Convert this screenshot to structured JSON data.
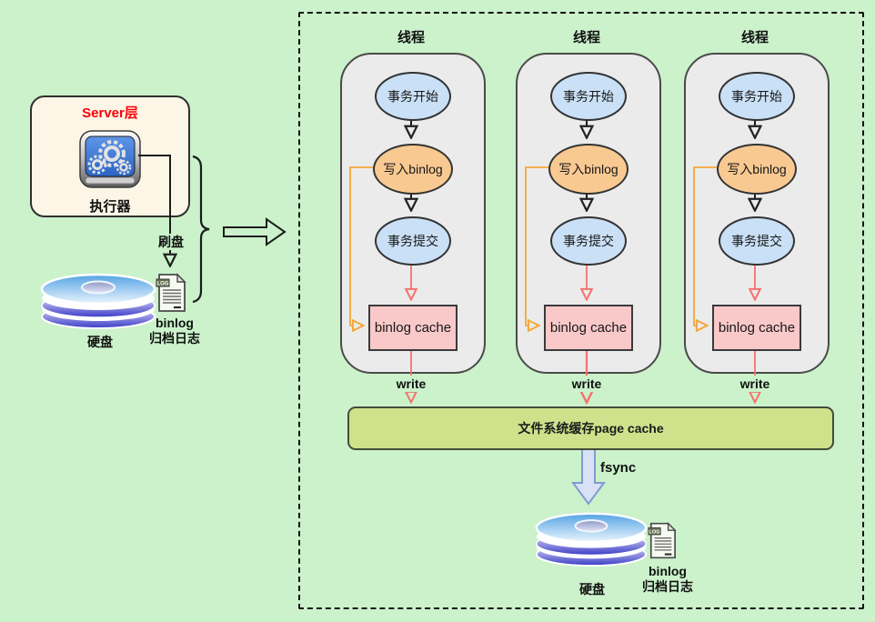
{
  "server_section": {
    "box_title": "Server层",
    "executor_label": "执行器",
    "flush_label": "刷盘",
    "disk_label": "硬盘",
    "log_chip": "LOG",
    "log_label_line1": "binlog",
    "log_label_line2": "归档日志"
  },
  "threads": [
    {
      "title": "线程",
      "start": "事务开始",
      "write_binlog": "写入binlog",
      "commit": "事务提交",
      "cache": "binlog cache",
      "write_label": "write"
    },
    {
      "title": "线程",
      "start": "事务开始",
      "write_binlog": "写入binlog",
      "commit": "事务提交",
      "cache": "binlog cache",
      "write_label": "write"
    },
    {
      "title": "线程",
      "start": "事务开始",
      "write_binlog": "写入binlog",
      "commit": "事务提交",
      "cache": "binlog cache",
      "write_label": "write"
    }
  ],
  "page_cache": {
    "label": "文件系统缓存page cache"
  },
  "fsync_label": "fsync",
  "bottom_storage": {
    "disk_label": "硬盘",
    "log_chip": "LOG",
    "log_label_line1": "binlog",
    "log_label_line2": "归档日志"
  },
  "colors": {
    "background": "#cbf2cb",
    "server_box_fill": "#fdf6e7",
    "server_title": "#fb0007",
    "thread_container_fill": "#ebebeb",
    "node_blue": "#c9e0f6",
    "node_orange": "#f9c992",
    "cache_pink": "#f9c9c9",
    "page_cache_fill": "#cfe18b",
    "red_arrow": "#f4726e",
    "orange_arrow": "#f5a73b",
    "fsync_fill": "#d8e2f4",
    "fsync_border": "#7f9cd0"
  }
}
